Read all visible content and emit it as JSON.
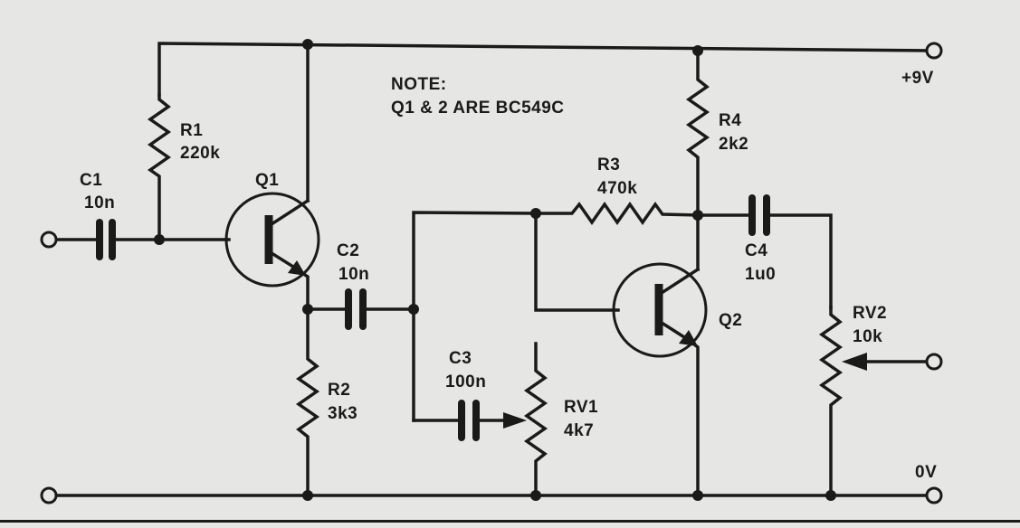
{
  "note": {
    "line1": "NOTE:",
    "line2": "Q1 & 2 ARE BC549C"
  },
  "rails": {
    "positive": "+9V",
    "ground": "0V"
  },
  "components": {
    "R1": {
      "ref": "R1",
      "value": "220k"
    },
    "R2": {
      "ref": "R2",
      "value": "3k3"
    },
    "R3": {
      "ref": "R3",
      "value": "470k"
    },
    "R4": {
      "ref": "R4",
      "value": "2k2"
    },
    "C1": {
      "ref": "C1",
      "value": "10n"
    },
    "C2": {
      "ref": "C2",
      "value": "10n"
    },
    "C3": {
      "ref": "C3",
      "value": "100n"
    },
    "C4": {
      "ref": "C4",
      "value": "1u0"
    },
    "RV1": {
      "ref": "RV1",
      "value": "4k7"
    },
    "RV2": {
      "ref": "RV2",
      "value": "10k"
    },
    "Q1": {
      "ref": "Q1"
    },
    "Q2": {
      "ref": "Q2"
    }
  }
}
